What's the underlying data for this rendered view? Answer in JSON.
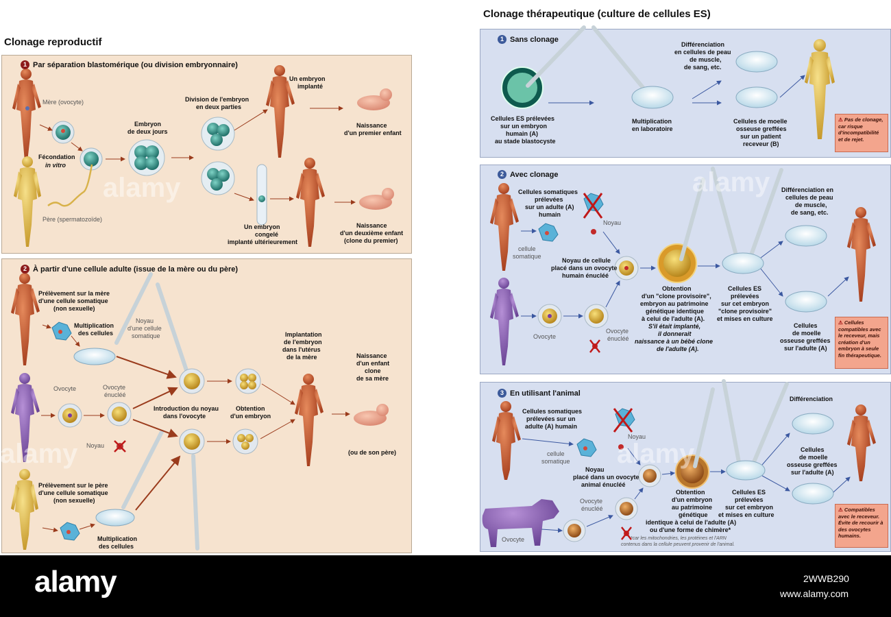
{
  "left": {
    "title": "Clonage reproductif",
    "panel1": {
      "num": "1",
      "title": "Par séparation blastomérique (ou division embryonnaire)",
      "labels": {
        "mere": "Mère (ovocyte)",
        "fecondation_1": "Fécondation",
        "fecondation_2": "in vitro",
        "pere": "Père (spermatozoïde)",
        "embryon_1": "Embryon",
        "embryon_2": "de deux jours",
        "division_1": "Division de l'embryon",
        "division_2": "en deux parties",
        "implante_1": "Un embryon",
        "implante_2": "implanté",
        "naissance1_1": "Naissance",
        "naissance1_2": "d'un premier enfant",
        "congele_1": "Un embryon",
        "congele_2": "congelé",
        "congele_3": "implanté ultérieurement",
        "naissance2_1": "Naissance",
        "naissance2_2": "d'un deuxième enfant",
        "naissance2_3": "(clone du premier)"
      }
    },
    "panel2": {
      "num": "2",
      "title": "À partir d'une cellule adulte (issue de la mère ou du père)",
      "labels": {
        "prel_mere_1": "Prélèvement sur la mère",
        "prel_mere_2": "d'une cellule somatique",
        "prel_mere_3": "(non sexuelle)",
        "mult1_1": "Multiplication",
        "mult1_2": "des cellules",
        "noyau_som_1": "Noyau",
        "noyau_som_2": "d'une cellule",
        "noyau_som_3": "somatique",
        "ovocyte": "Ovocyte",
        "ovocyte_enuc_1": "Ovocyte",
        "ovocyte_enuc_2": "énucléé",
        "noyau": "Noyau",
        "intro_1": "Introduction du noyau",
        "intro_2": "dans l'ovocyte",
        "obtention_1": "Obtention",
        "obtention_2": "d'un embryon",
        "implant_1": "Implantation",
        "implant_2": "de l'embryon",
        "implant_3": "dans l'utérus",
        "implant_4": "de la mère",
        "naiss_1": "Naissance",
        "naiss_2": "d'un enfant",
        "naiss_3": "clone",
        "naiss_4": "de sa mère",
        "pere_alt": "(ou de son père)",
        "prel_pere_1": "Prélèvement sur le père",
        "prel_pere_2": "d'une cellule somatique",
        "prel_pere_3": "(non sexuelle)",
        "mult2_1": "Multiplication",
        "mult2_2": "des cellules"
      }
    }
  },
  "right": {
    "title": "Clonage thérapeutique (culture de cellules ES)",
    "panel1": {
      "num": "1",
      "title": "Sans clonage",
      "labels": {
        "es_1": "Cellules ES prélevées",
        "es_2": "sur un embryon",
        "es_3": "humain (A)",
        "es_4": "au stade blastocyste",
        "mult_1": "Multiplication",
        "mult_2": "en laboratoire",
        "diff_1": "Différenciation",
        "diff_2": "en cellules de peau",
        "diff_3": "de muscle,",
        "diff_4": "de sang, etc.",
        "moelle_1": "Cellules de moelle",
        "moelle_2": "osseuse greffées",
        "moelle_3": "sur un patient",
        "moelle_4": "receveur (B)"
      },
      "warning": "Pas de clonage, car risque d'incompatibilité et de rejet."
    },
    "panel2": {
      "num": "2",
      "title": "Avec clonage",
      "labels": {
        "som_1": "Cellules somatiques",
        "som_2": "prélevées",
        "som_3": "sur un adulte (A)",
        "som_4": "humain",
        "noyau": "Noyau",
        "cell_som_1": "cellule",
        "cell_som_2": "somatique",
        "noyau_cell_1": "Noyau de cellule",
        "noyau_cell_2": "placé dans un ovocyte",
        "noyau_cell_3": "humain énucléé",
        "ovocyte": "Ovocyte",
        "ovo_enuc_1": "Ovocyte",
        "ovo_enuc_2": "énucléé",
        "obt_1": "Obtention",
        "obt_2": "d'un \"clone provisoire\",",
        "obt_3": "embryon au patrimoine",
        "obt_4": "génétique identique",
        "obt_5": "à celui de l'adulte (A).",
        "obt_6": "S'il était implanté,",
        "obt_7": "il donnerait",
        "obt_8": "naissance à un bébé clone",
        "obt_9": "de l'adulte (A).",
        "es_1": "Cellules ES",
        "es_2": "prélevées",
        "es_3": "sur cet embryon",
        "es_4": "\"clone provisoire\"",
        "es_5": "et mises en culture",
        "diff_1": "Différenciation en",
        "diff_2": "cellules de peau",
        "diff_3": "de muscle,",
        "diff_4": "de sang, etc.",
        "moelle_1": "Cellules",
        "moelle_2": "de moelle",
        "moelle_3": "osseuse greffées",
        "moelle_4": "sur l'adulte (A)"
      },
      "warning": "Cellules compatibles avec le receveur, mais création d'un embryon à seule fin thérapeutique."
    },
    "panel3": {
      "num": "3",
      "title": "En utilisant l'animal",
      "labels": {
        "som_1": "Cellules somatiques",
        "som_2": "prélevées sur un",
        "som_3": "adulte (A) humain",
        "noyau": "Noyau",
        "cell_som_1": "cellule",
        "cell_som_2": "somatique",
        "noyau_pl_1": "Noyau",
        "noyau_pl_2": "placé dans un ovocyte",
        "noyau_pl_3": "animal énucléé",
        "ovo_enuc_1": "Ovocyte",
        "ovo_enuc_2": "énucléé",
        "ovocyte": "Ovocyte",
        "obt_1": "Obtention",
        "obt_2": "d'un embryon",
        "obt_3": "au patrimoine",
        "obt_4": "génétique",
        "obt_5": "identique à celui de l'adulte (A)",
        "obt_6": "ou d'une forme de chimère*",
        "es_1": "Cellules ES",
        "es_2": "prélevées",
        "es_3": "sur cet embryon",
        "es_4": "et mises en culture",
        "diff": "Différenciation",
        "moelle_1": "Cellules",
        "moelle_2": "de moelle",
        "moelle_3": "osseuse greffées",
        "moelle_4": "sur l'adulte (A)",
        "note_1": "*car les mitochondries, les protéines et l'ARN",
        "note_2": "contenus dans la cellule peuvent provenir de l'animal."
      },
      "warning": "Compatibles avec le receveur. Évite de recourir à des ovocytes humains."
    }
  },
  "watermark": "alamy",
  "footer": {
    "logo": "alamy",
    "image_id": "2WWB290",
    "url": "www.alamy.com"
  },
  "colors": {
    "warm_panel": "#f6e3cf",
    "cool_panel": "#d7dff0",
    "figure_red": "#c2532c",
    "figure_gold": "#e2be52",
    "figure_purple": "#8a62b0",
    "warning": "#f3a58d"
  }
}
